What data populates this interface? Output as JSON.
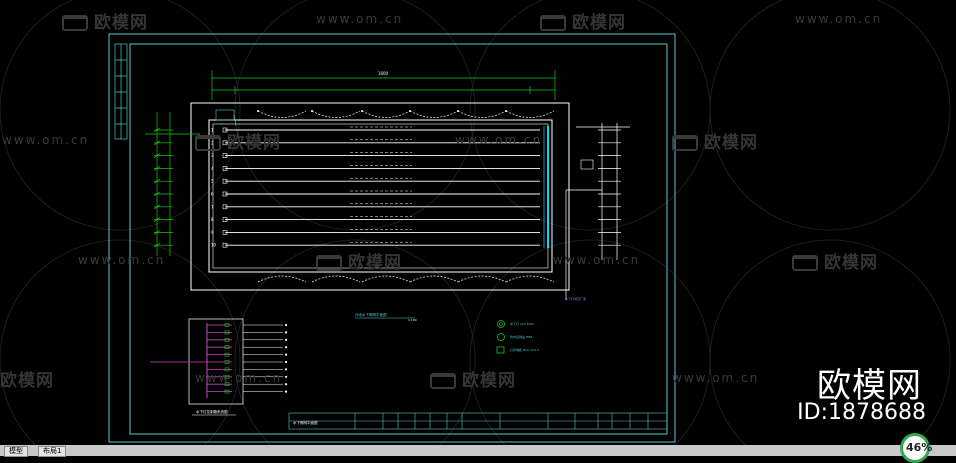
{
  "watermark": {
    "url": "www.om.cn",
    "cn": "欧模网"
  },
  "brand": {
    "name": "欧模网",
    "id": "ID:1878688"
  },
  "tabs": {
    "model": "模型",
    "layout": "布局1"
  },
  "zoom": {
    "value": "46%"
  },
  "colors": {
    "frame": "#53c7c7",
    "lane": "#ffffff",
    "dim": "#19c919",
    "wire": "#c847c8",
    "cyan": "#00d8ff"
  },
  "drawing": {
    "pool_dim": "1600",
    "lane_numbers": [
      "1",
      "2",
      "3",
      "4",
      "5",
      "6",
      "7",
      "8",
      "9",
      "10"
    ],
    "plan_title": "泳池水下照明平面图",
    "plan_scale": "1:100",
    "panel_title": "水下灯控制箱系统图",
    "legend": [
      "水下灯 12V 50W",
      "防水接线盒 IP68",
      "灯具电缆 RVV-3×2.5"
    ],
    "title_block": "水下照明平面图",
    "note_label": "水下灯详见厂家"
  }
}
